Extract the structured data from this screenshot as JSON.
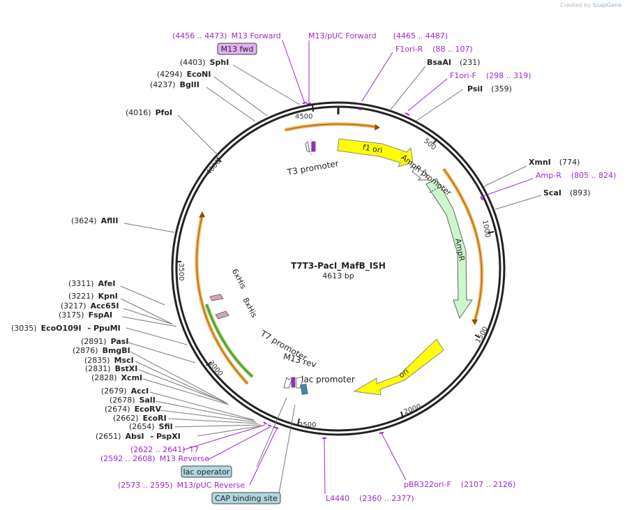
{
  "credit": {
    "prefix": "Created by",
    "brand": "SnapGene"
  },
  "plasmid": {
    "name": "T7T3-PacI_MafB_ISH",
    "size": "4613 bp",
    "length": 4613
  },
  "colors": {
    "enzyme_line": "#7a7a7a",
    "primer": "#9b29c9",
    "feature_yellow": "#ffff00",
    "feature_green": "#ccf7cc",
    "orf_orange": "#f0a030",
    "orf_green": "#6cc040",
    "tag_pink": "#d9a3b8",
    "lac_operator": "#3b8ea5",
    "box_feature": "#b0d7e1",
    "box_primer": "#e2b1f3"
  },
  "ticks": [
    "500",
    "1000",
    "1500",
    "2000",
    "2500",
    "3000",
    "3500",
    "4000",
    "4500"
  ],
  "enzymes_right": [
    {
      "name": "BsaAI",
      "pos": "(231)"
    },
    {
      "name": "PsiI",
      "pos": "(359)"
    },
    {
      "name": "XmnI",
      "pos": "(774)"
    },
    {
      "name": "ScaI",
      "pos": "(893)"
    }
  ],
  "enzymes_left": [
    {
      "name": "SphI",
      "pos": "(4403)"
    },
    {
      "name": "EcoNI",
      "pos": "(4294)"
    },
    {
      "name": "BglII",
      "pos": "(4237)"
    },
    {
      "name": "PfoI",
      "pos": "(4016)"
    },
    {
      "name": "AflII",
      "pos": "(3624)"
    },
    {
      "name": "AfeI",
      "pos": "(3311)"
    },
    {
      "name": "KpnI",
      "pos": "(3221)"
    },
    {
      "name": "Acc65I",
      "pos": "(3217)"
    },
    {
      "name": "FspAI",
      "pos": "(3175)"
    },
    {
      "name": "EcoO109I",
      "pos": "(3035)",
      "alias": "- PpuMI"
    },
    {
      "name": "PasI",
      "pos": "(2891)"
    },
    {
      "name": "BmgBI",
      "pos": "(2876)"
    },
    {
      "name": "MscI",
      "pos": "(2835)"
    },
    {
      "name": "BstXI",
      "pos": "(2831)"
    },
    {
      "name": "XcmI",
      "pos": "(2828)"
    },
    {
      "name": "AccI",
      "pos": "(2679)"
    },
    {
      "name": "SalI",
      "pos": "(2678)"
    },
    {
      "name": "EcoRV",
      "pos": "(2674)"
    },
    {
      "name": "EcoRI",
      "pos": "(2662)"
    },
    {
      "name": "SfiI",
      "pos": "(2654)"
    },
    {
      "name": "AbsI",
      "pos": "(2651)",
      "alias": "- PspXI"
    }
  ],
  "primers": [
    {
      "name": "M13 Forward",
      "range": "(4456 .. 4473)"
    },
    {
      "name": "M13/pUC Forward",
      "range": "(4465 .. 4487)"
    },
    {
      "name": "F1ori-R",
      "range": "(88 .. 107)"
    },
    {
      "name": "F1ori-F",
      "range": "(298 .. 319)"
    },
    {
      "name": "Amp-R",
      "range": "(805 .. 824)"
    },
    {
      "name": "T7",
      "range": "(2622 .. 2641)"
    },
    {
      "name": "M13 Reverse",
      "range": "(2592 .. 2608)"
    },
    {
      "name": "M13/pUC Reverse",
      "range": "(2573 .. 2595)"
    },
    {
      "name": "L4440",
      "range": "(2360 .. 2377)"
    },
    {
      "name": "pBR322ori-F",
      "range": "(2107 .. 2126)"
    }
  ],
  "boxes": {
    "m13fwd": "M13 fwd",
    "lac_operator": "lac operator",
    "cap_site": "CAP binding site"
  },
  "features": {
    "f1ori": "f1 ori",
    "ampr_promoter": "AmpR promoter",
    "ampr": "AmpR",
    "ori": "ori",
    "lac_promoter": "lac promoter",
    "m13rev": "M13 rev",
    "t7_promoter": "T7 promoter",
    "t3_promoter": "T3 promoter",
    "his6": "6xHis",
    "his8": "8xHis"
  }
}
